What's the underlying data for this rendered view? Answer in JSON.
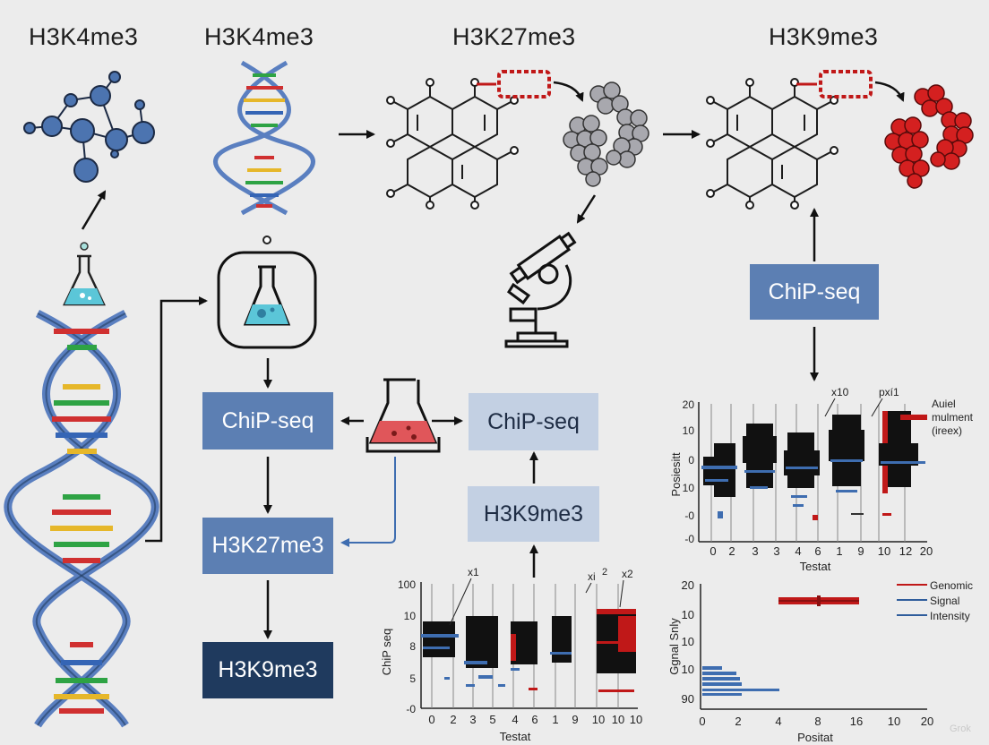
{
  "titles": [
    "H3K4me3",
    "H3K4me3",
    "H3K27me3",
    "H3K9me3"
  ],
  "boxes": {
    "chip_left": "ChiP-seq",
    "chip_center": "ChiP-seq",
    "chip_right": "ChiP-seq",
    "h3k9_center": "H3K9me3",
    "h3k27_left": "H3K27me3",
    "h3k9_bottom": "H3K9me3"
  },
  "plot_top_right": {
    "ylabel": "Posiesitt",
    "xlabel": "Testat",
    "yticks": [
      "20",
      "10",
      "0",
      "10",
      "-0",
      "-0"
    ],
    "xticks": [
      "0",
      "2",
      "3",
      "3",
      "4",
      "6",
      "1",
      "9",
      "10",
      "12",
      "20"
    ],
    "annotations": [
      "x10",
      "pxí1",
      "Auiel",
      "mulment",
      "(ireex)"
    ]
  },
  "plot_bottom_center": {
    "ylabel": "ChiP seq",
    "xlabel": "Testat",
    "yticks": [
      "100",
      "10",
      "8",
      "5",
      "-0"
    ],
    "xticks": [
      "0",
      "2",
      "3",
      "5",
      "4",
      "6",
      "1",
      "9",
      "10",
      "10",
      "10"
    ],
    "annotations": [
      "x1",
      "xi",
      "2",
      "x2"
    ]
  },
  "plot_bottom_right": {
    "ylabel": "Ggnal Snly",
    "xlabel": "Positat",
    "yticks": [
      "20",
      "10",
      "10",
      "10",
      "90"
    ],
    "xticks": [
      "0",
      "2",
      "4",
      "8",
      "16",
      "10",
      "20"
    ],
    "legend": [
      "Genomic",
      "Signal",
      "Intensity"
    ]
  },
  "colors": {
    "dna_blue": "#5a7fc0",
    "mol_blue": "#4c74b0",
    "cluster_red": "#d42020",
    "legend_red": "#c01818",
    "legend_blue": "#2f5d9c"
  },
  "watermark": "Grok"
}
